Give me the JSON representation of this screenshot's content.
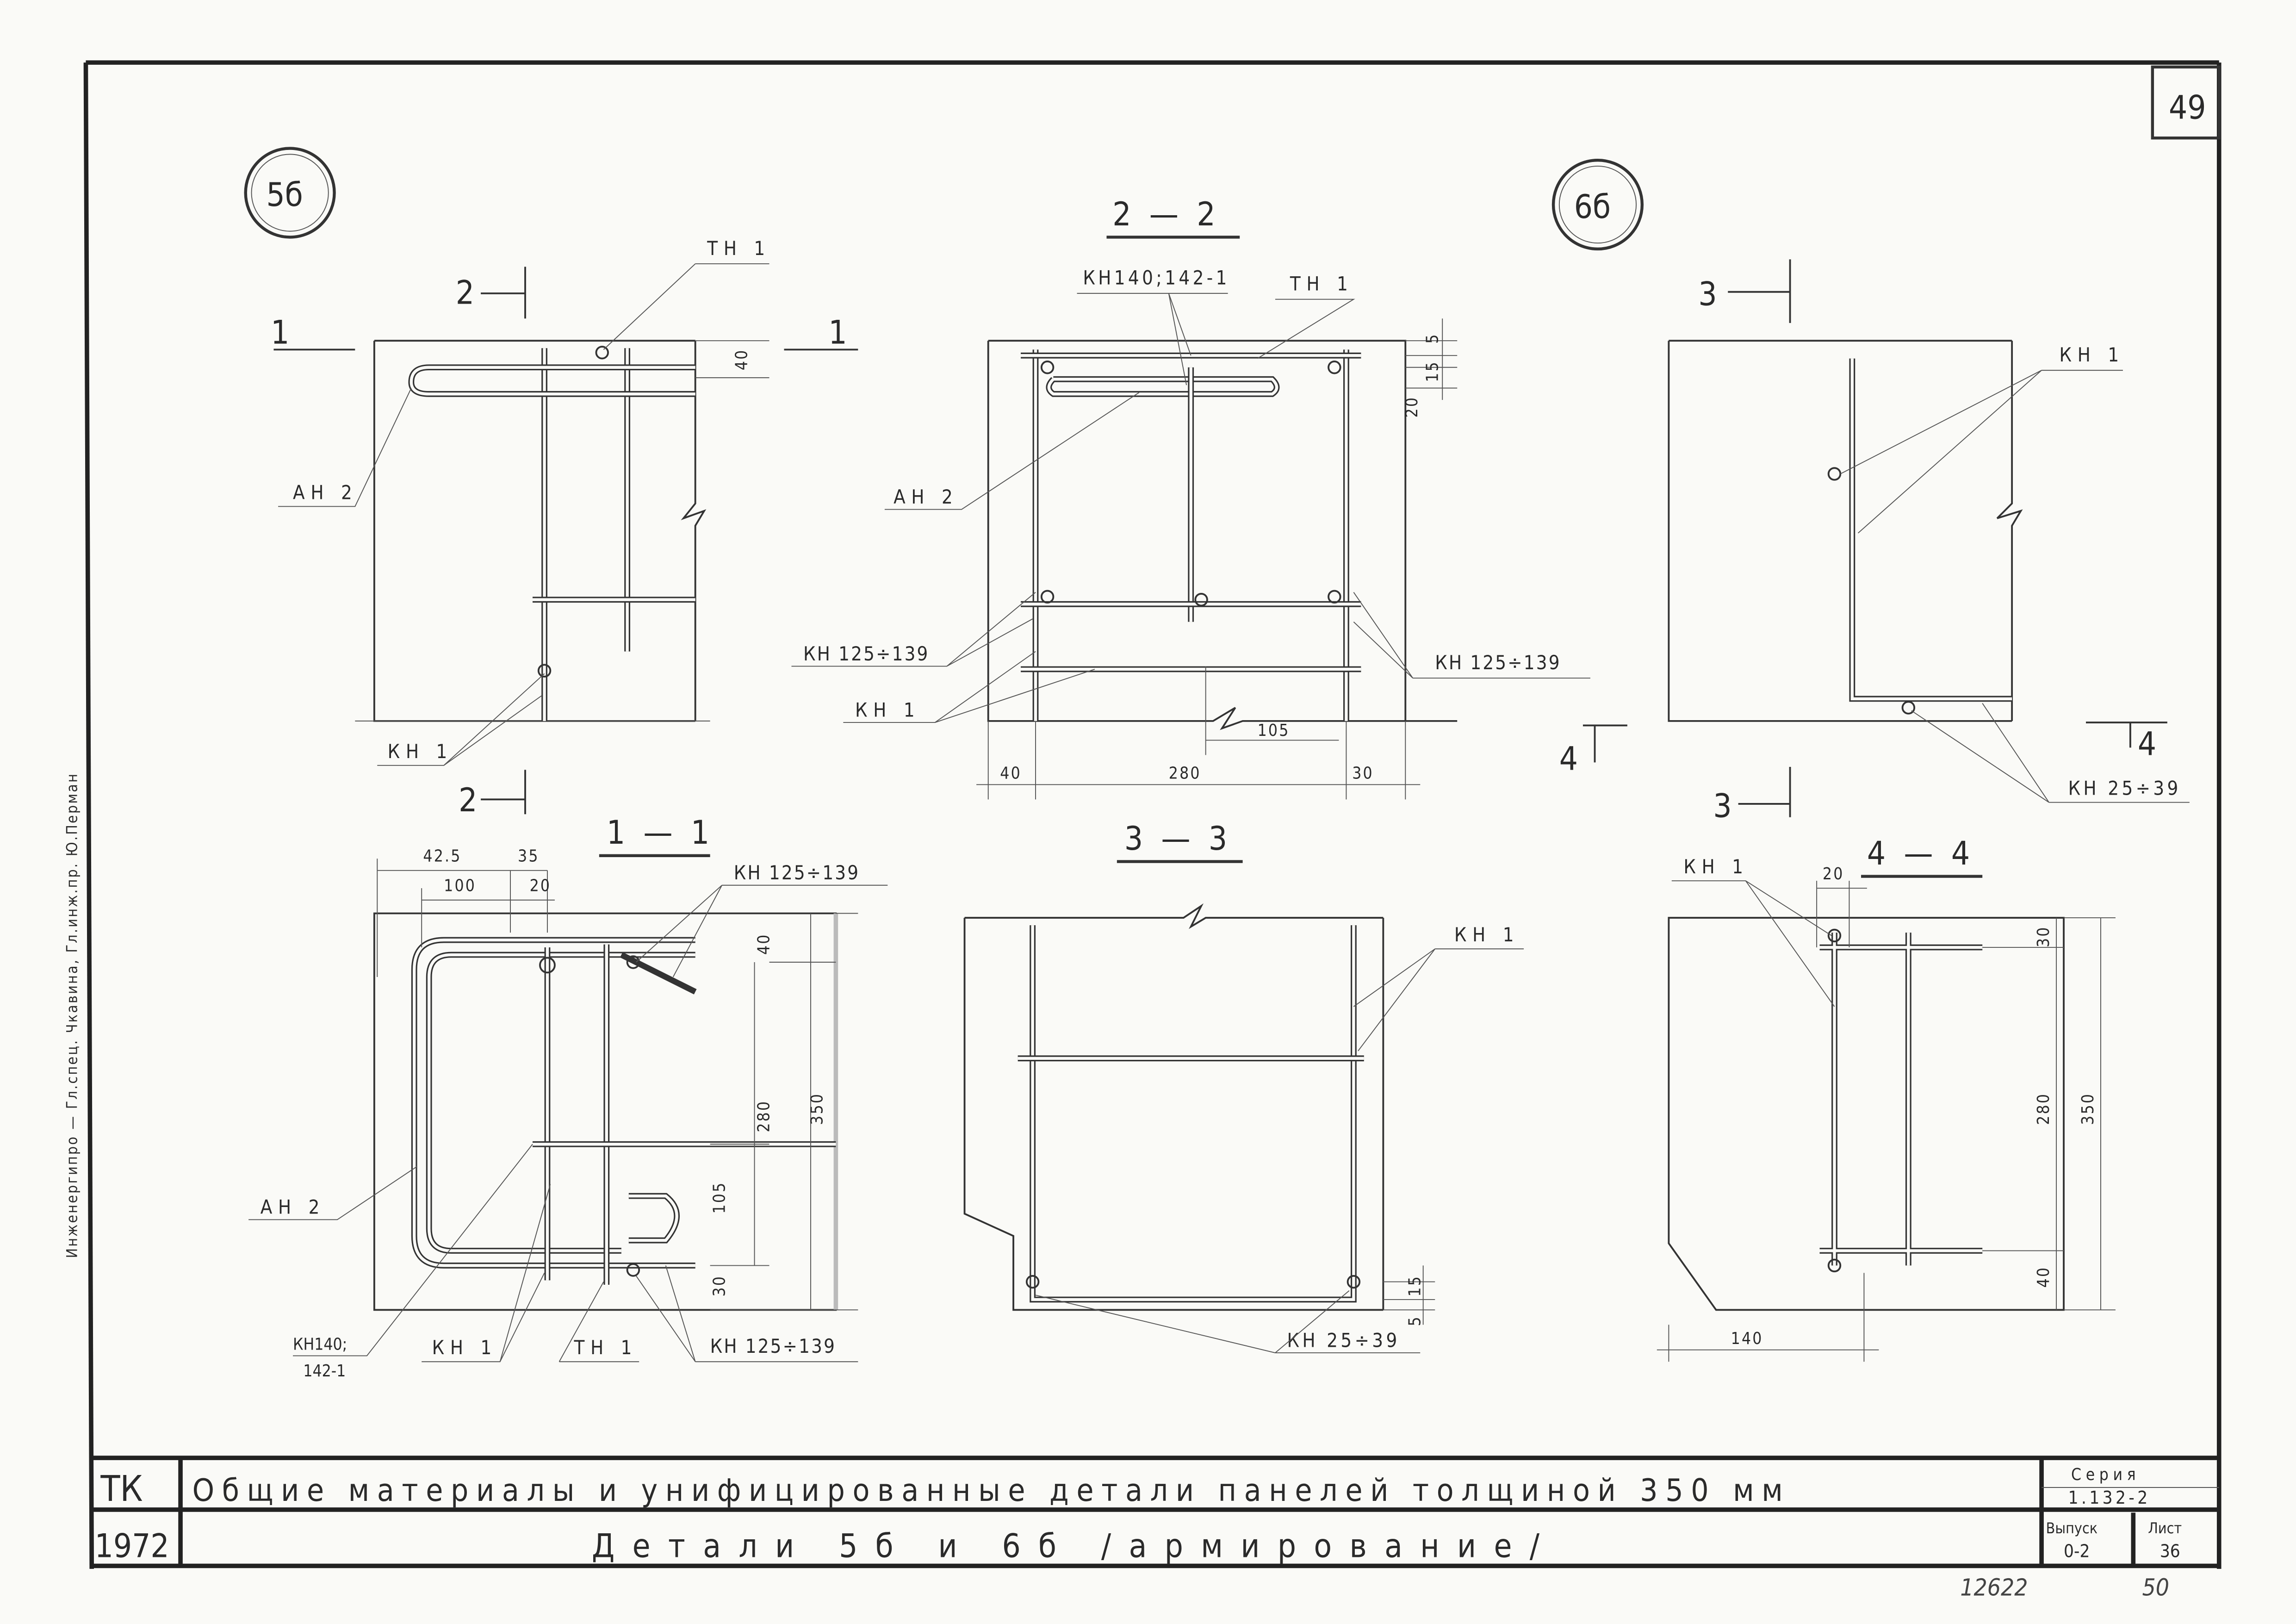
{
  "sheet_number": "49",
  "margin_note": "Инженергипро — Гл.спец. Чкавина, Гл.инж.пр. Ю.Перман",
  "details": {
    "detail_a": "5б",
    "detail_b": "6б"
  },
  "sections": {
    "s11": "1 — 1",
    "s22": "2 — 2",
    "s33": "3 — 3",
    "s44": "4 — 4",
    "mark1": "1",
    "mark2": "2",
    "mark3": "3",
    "mark4": "4"
  },
  "labels": {
    "tn1": "ТН 1",
    "an2": "АН 2",
    "kn1": "КН 1",
    "kn125": "КН 125÷139",
    "kn140": "КН140;142-1",
    "kn140a": "КН140;",
    "kn140b": "142-1",
    "kn25": "КН 25÷39"
  },
  "dimensions": {
    "v22": {
      "top5": "5",
      "d20": "20",
      "d15": "15",
      "left40": "40",
      "mid280": "280",
      "d105": "105",
      "right30": "30"
    },
    "v5b": {
      "d40": "40"
    },
    "v11": {
      "d42_5": "42.5",
      "d35": "35",
      "d100": "100",
      "d20": "20",
      "d40": "40",
      "d280": "280",
      "d350": "350",
      "d105": "105",
      "d30": "30"
    },
    "v33": {
      "d5": "5",
      "d15": "15"
    },
    "v44": {
      "d20": "20",
      "d30": "30",
      "d280": "280",
      "d350": "350",
      "d40": "40",
      "d140": "140"
    }
  },
  "title_block": {
    "code": "ТК",
    "year": "1972",
    "title": "Общие материалы и унифицированные детали панелей толщиной 350 мм",
    "subtitle": "Детали 5б и 6б /армирование/",
    "series_label": "Серия",
    "series_value": "1.132-2",
    "issue_label": "Выпуск",
    "issue_value": "0-2",
    "sheet_label": "Лист",
    "sheet_value": "36"
  },
  "footer": {
    "inventory": "12622",
    "page": "50"
  }
}
